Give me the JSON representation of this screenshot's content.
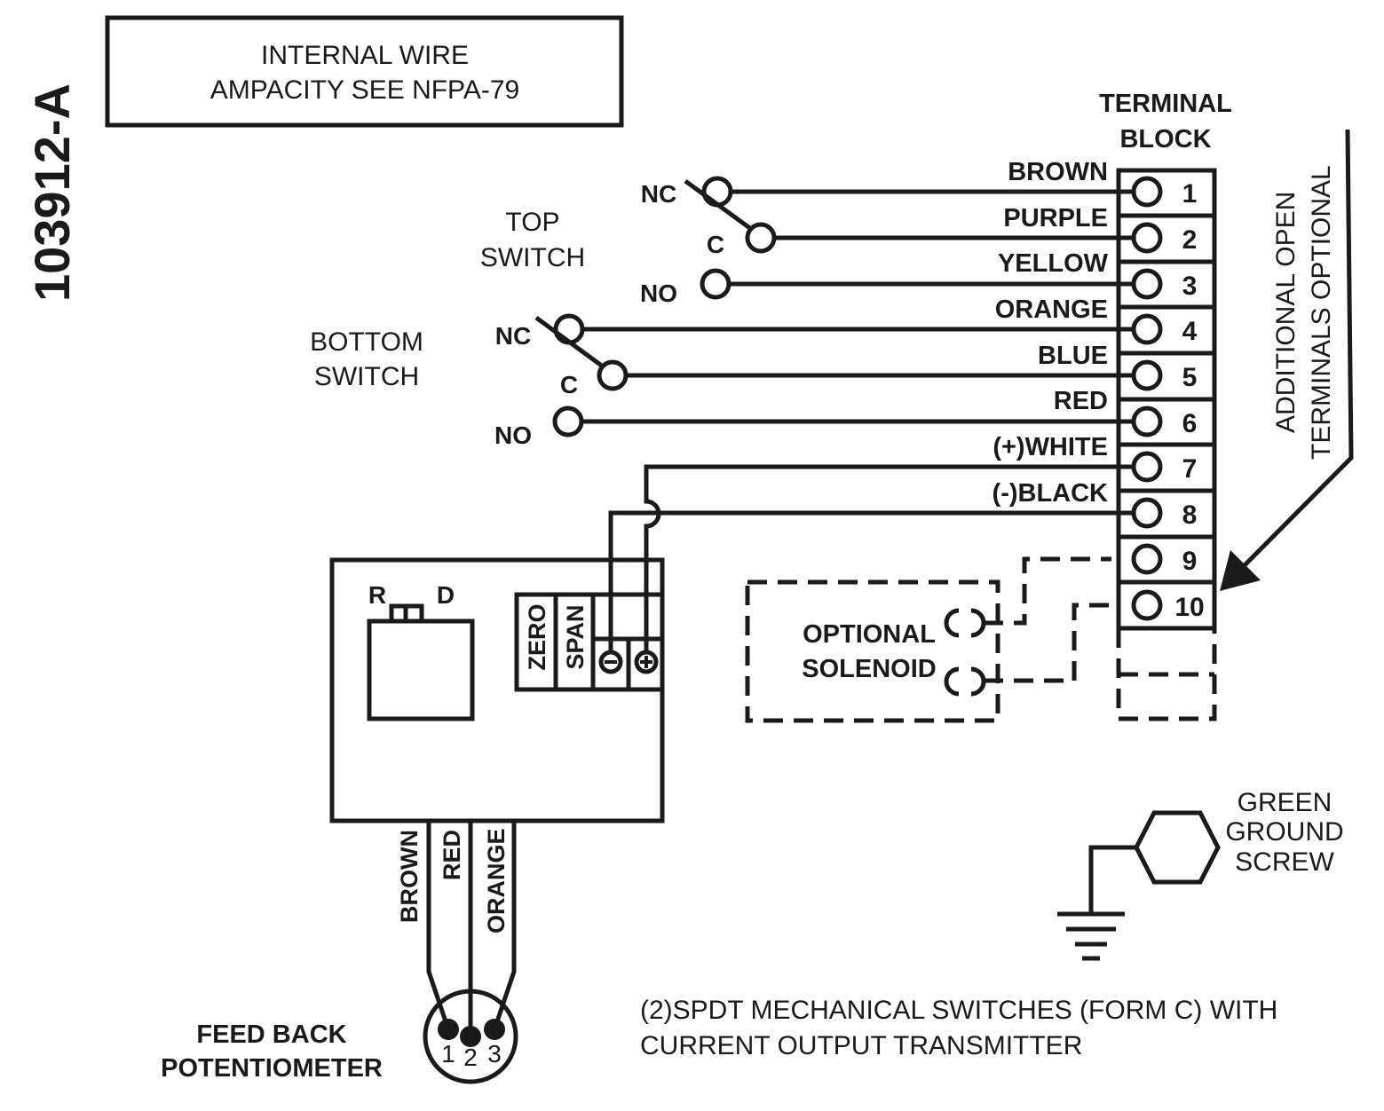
{
  "drawing_number": "103912-A",
  "note_box": {
    "line1": "INTERNAL WIRE",
    "line2": "AMPACITY SEE NFPA-79"
  },
  "terminal_block": {
    "title_line1": "TERMINAL",
    "title_line2": "BLOCK",
    "terminals": [
      "1",
      "2",
      "3",
      "4",
      "5",
      "6",
      "7",
      "8",
      "9",
      "10"
    ],
    "wire_colors": [
      "BROWN",
      "PURPLE",
      "YELLOW",
      "ORANGE",
      "BLUE",
      "RED",
      "(+)WHITE",
      "(-)BLACK"
    ]
  },
  "top_switch": {
    "label_line1": "TOP",
    "label_line2": "SWITCH",
    "nc": "NC",
    "c": "C",
    "no": "NO"
  },
  "bottom_switch": {
    "label_line1": "BOTTOM",
    "label_line2": "SWITCH",
    "nc": "NC",
    "c": "C",
    "no": "NO"
  },
  "additional_note": {
    "line1": "ADDITIONAL OPEN",
    "line2": "TERMINALS OPTIONAL"
  },
  "transmitter": {
    "r": "R",
    "d": "D",
    "zero": "ZERO",
    "span": "SPAN"
  },
  "solenoid": {
    "line1": "OPTIONAL",
    "line2": "SOLENOID"
  },
  "pot_wires": [
    "BROWN",
    "RED",
    "ORANGE"
  ],
  "pot_pins": [
    "1",
    "2",
    "3"
  ],
  "feedback": {
    "line1": "FEED BACK",
    "line2": "POTENTIOMETER"
  },
  "ground": {
    "line1": "GREEN",
    "line2": "GROUND",
    "line3": "SCREW"
  },
  "footnote": {
    "line1": "(2)SPDT MECHANICAL SWITCHES (FORM C) WITH",
    "line2": "CURRENT OUTPUT TRANSMITTER"
  }
}
